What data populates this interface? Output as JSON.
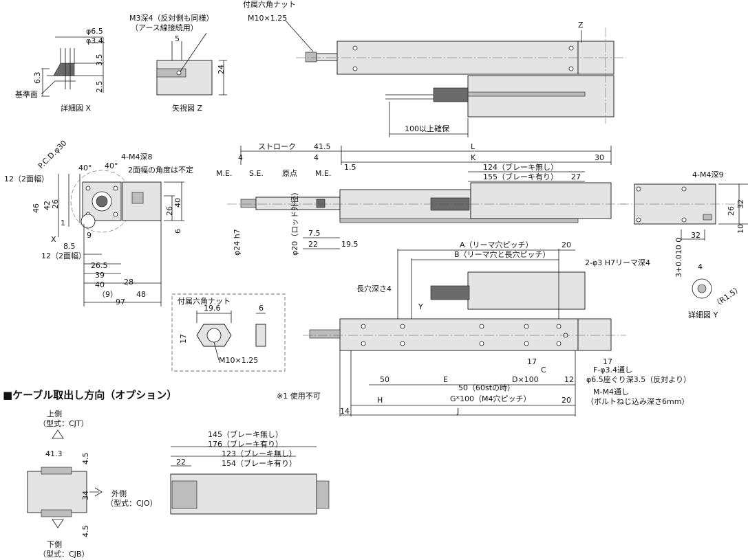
{
  "detail_x": {
    "d65": "φ6.5",
    "d34": "φ3.4",
    "v35": "3.5",
    "v63": "6.3",
    "v25": "2.5",
    "ref_face": "基準面",
    "caption": "詳細図 X"
  },
  "view_z": {
    "note1": "M3深4（反対側も同様）",
    "note2": "（アース線接続用）",
    "v5": "5",
    "v24": "24",
    "caption": "矢視図 Z"
  },
  "top": {
    "nut_title": "付属六角ナット",
    "nut_thread": "M10×1.25",
    "z": "Z",
    "cable": "100以上確保"
  },
  "front": {
    "pcd": "P.C.D.φ30",
    "a40a": "40°",
    "a40b": "40°",
    "m4": "4-M4深8",
    "angle_note": "2面幅の角度は不定",
    "w12a": "12（2面幅）",
    "v46": "46",
    "v42": "42",
    "v26": "26",
    "v1": "1",
    "x": "X",
    "v85": "8.5",
    "v9": "9",
    "w12b": "12（2面幅）",
    "v265": "26.5",
    "v39": "39",
    "v40b": "40",
    "v9p": "（9）",
    "v28": "28",
    "v48": "48",
    "v97": "97",
    "v40": "40",
    "v26b": "26",
    "v6": "6"
  },
  "side": {
    "stroke": "ストローク",
    "v415": "41.5",
    "L": "L",
    "K": "K",
    "v30": "30",
    "v4a": "4",
    "v4b": "4",
    "me1": "M.E.",
    "se": "S.E.",
    "origin": "原点",
    "me2": "M.E.",
    "v15": "1.5",
    "nb124": "124（ブレーキ無し）",
    "wb155": "155（ブレーキ有り）",
    "v27": "27",
    "d24": "φ24 h7",
    "d20": "φ20（ロッド外径）",
    "v75": "7.5",
    "v22": "22",
    "v195": "19.5"
  },
  "end_view": {
    "m4": "4-M4深9",
    "v32a": "32",
    "v26": "26",
    "v32b": "32",
    "v10": "10"
  },
  "detail_y": {
    "tol": "3+0.010 0",
    "v4": "4",
    "r15": "（R1.5）",
    "caption": "詳細図 Y"
  },
  "plan": {
    "A": "A（リーマ穴ピッチ）",
    "B": "B（リーマ穴と長穴ピッチ）",
    "v20a": "20",
    "reamer": "2-φ3 H7リーマ深4",
    "slot": "長穴深さ4",
    "y": "Y",
    "v17a": "17",
    "v17b": "17",
    "C": "C",
    "F": "F-φ3.4通し",
    "F2": "φ6.5座ぐり深3.5（反対より）",
    "v50": "50",
    "E": "E",
    "Dx": "D×100",
    "v12": "12",
    "v5060": "50（60stの時）",
    "G": "G*100（M4穴ピッチ）",
    "note1": "※1 使用不可",
    "H": "H",
    "v20b": "20",
    "M": "M-M4通し",
    "M2": "（ボルトねじ込み深さ6mm）",
    "v14": "14",
    "J": "J"
  },
  "nut_detail": {
    "title": "付属六角ナット",
    "v196": "19.6",
    "v6": "6",
    "v17": "17",
    "thread": "M10×1.25"
  },
  "cable_option": {
    "heading": "■ケーブル取出し方向（オプション）",
    "up": "上側",
    "up_type": "（型式：CJT）",
    "out": "外側",
    "out_type": "（型式：CJO）",
    "down": "下側",
    "down_type": "（型式：CJB）",
    "v413": "41.3",
    "v45a": "4.5",
    "v34": "34",
    "v45b": "4.5",
    "v22": "22",
    "nb145": "145（ブレーキ無し）",
    "wb176": "176（ブレーキ有り）",
    "nb123": "123（ブレーキ無し）",
    "wb154": "154（ブレーキ有り）"
  }
}
